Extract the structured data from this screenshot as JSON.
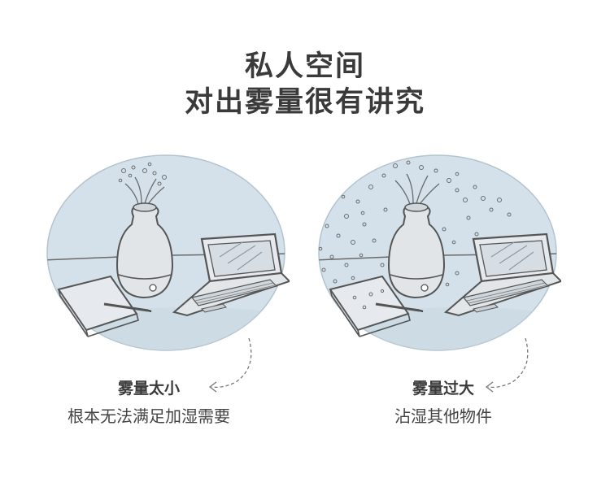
{
  "title": {
    "line1": "私人空间",
    "line2": "对出雾量很有讲究"
  },
  "panels": [
    {
      "label": "雾量太小",
      "description": "根本无法满足加湿需要",
      "illustration": "humidifier-low-mist"
    },
    {
      "label": "雾量过大",
      "description": "沾湿其他物件",
      "illustration": "humidifier-high-mist"
    }
  ],
  "colors": {
    "title": "#3a3a3a",
    "scene_fill": "#d4e1ea",
    "line": "#555555",
    "text": "#444444"
  }
}
